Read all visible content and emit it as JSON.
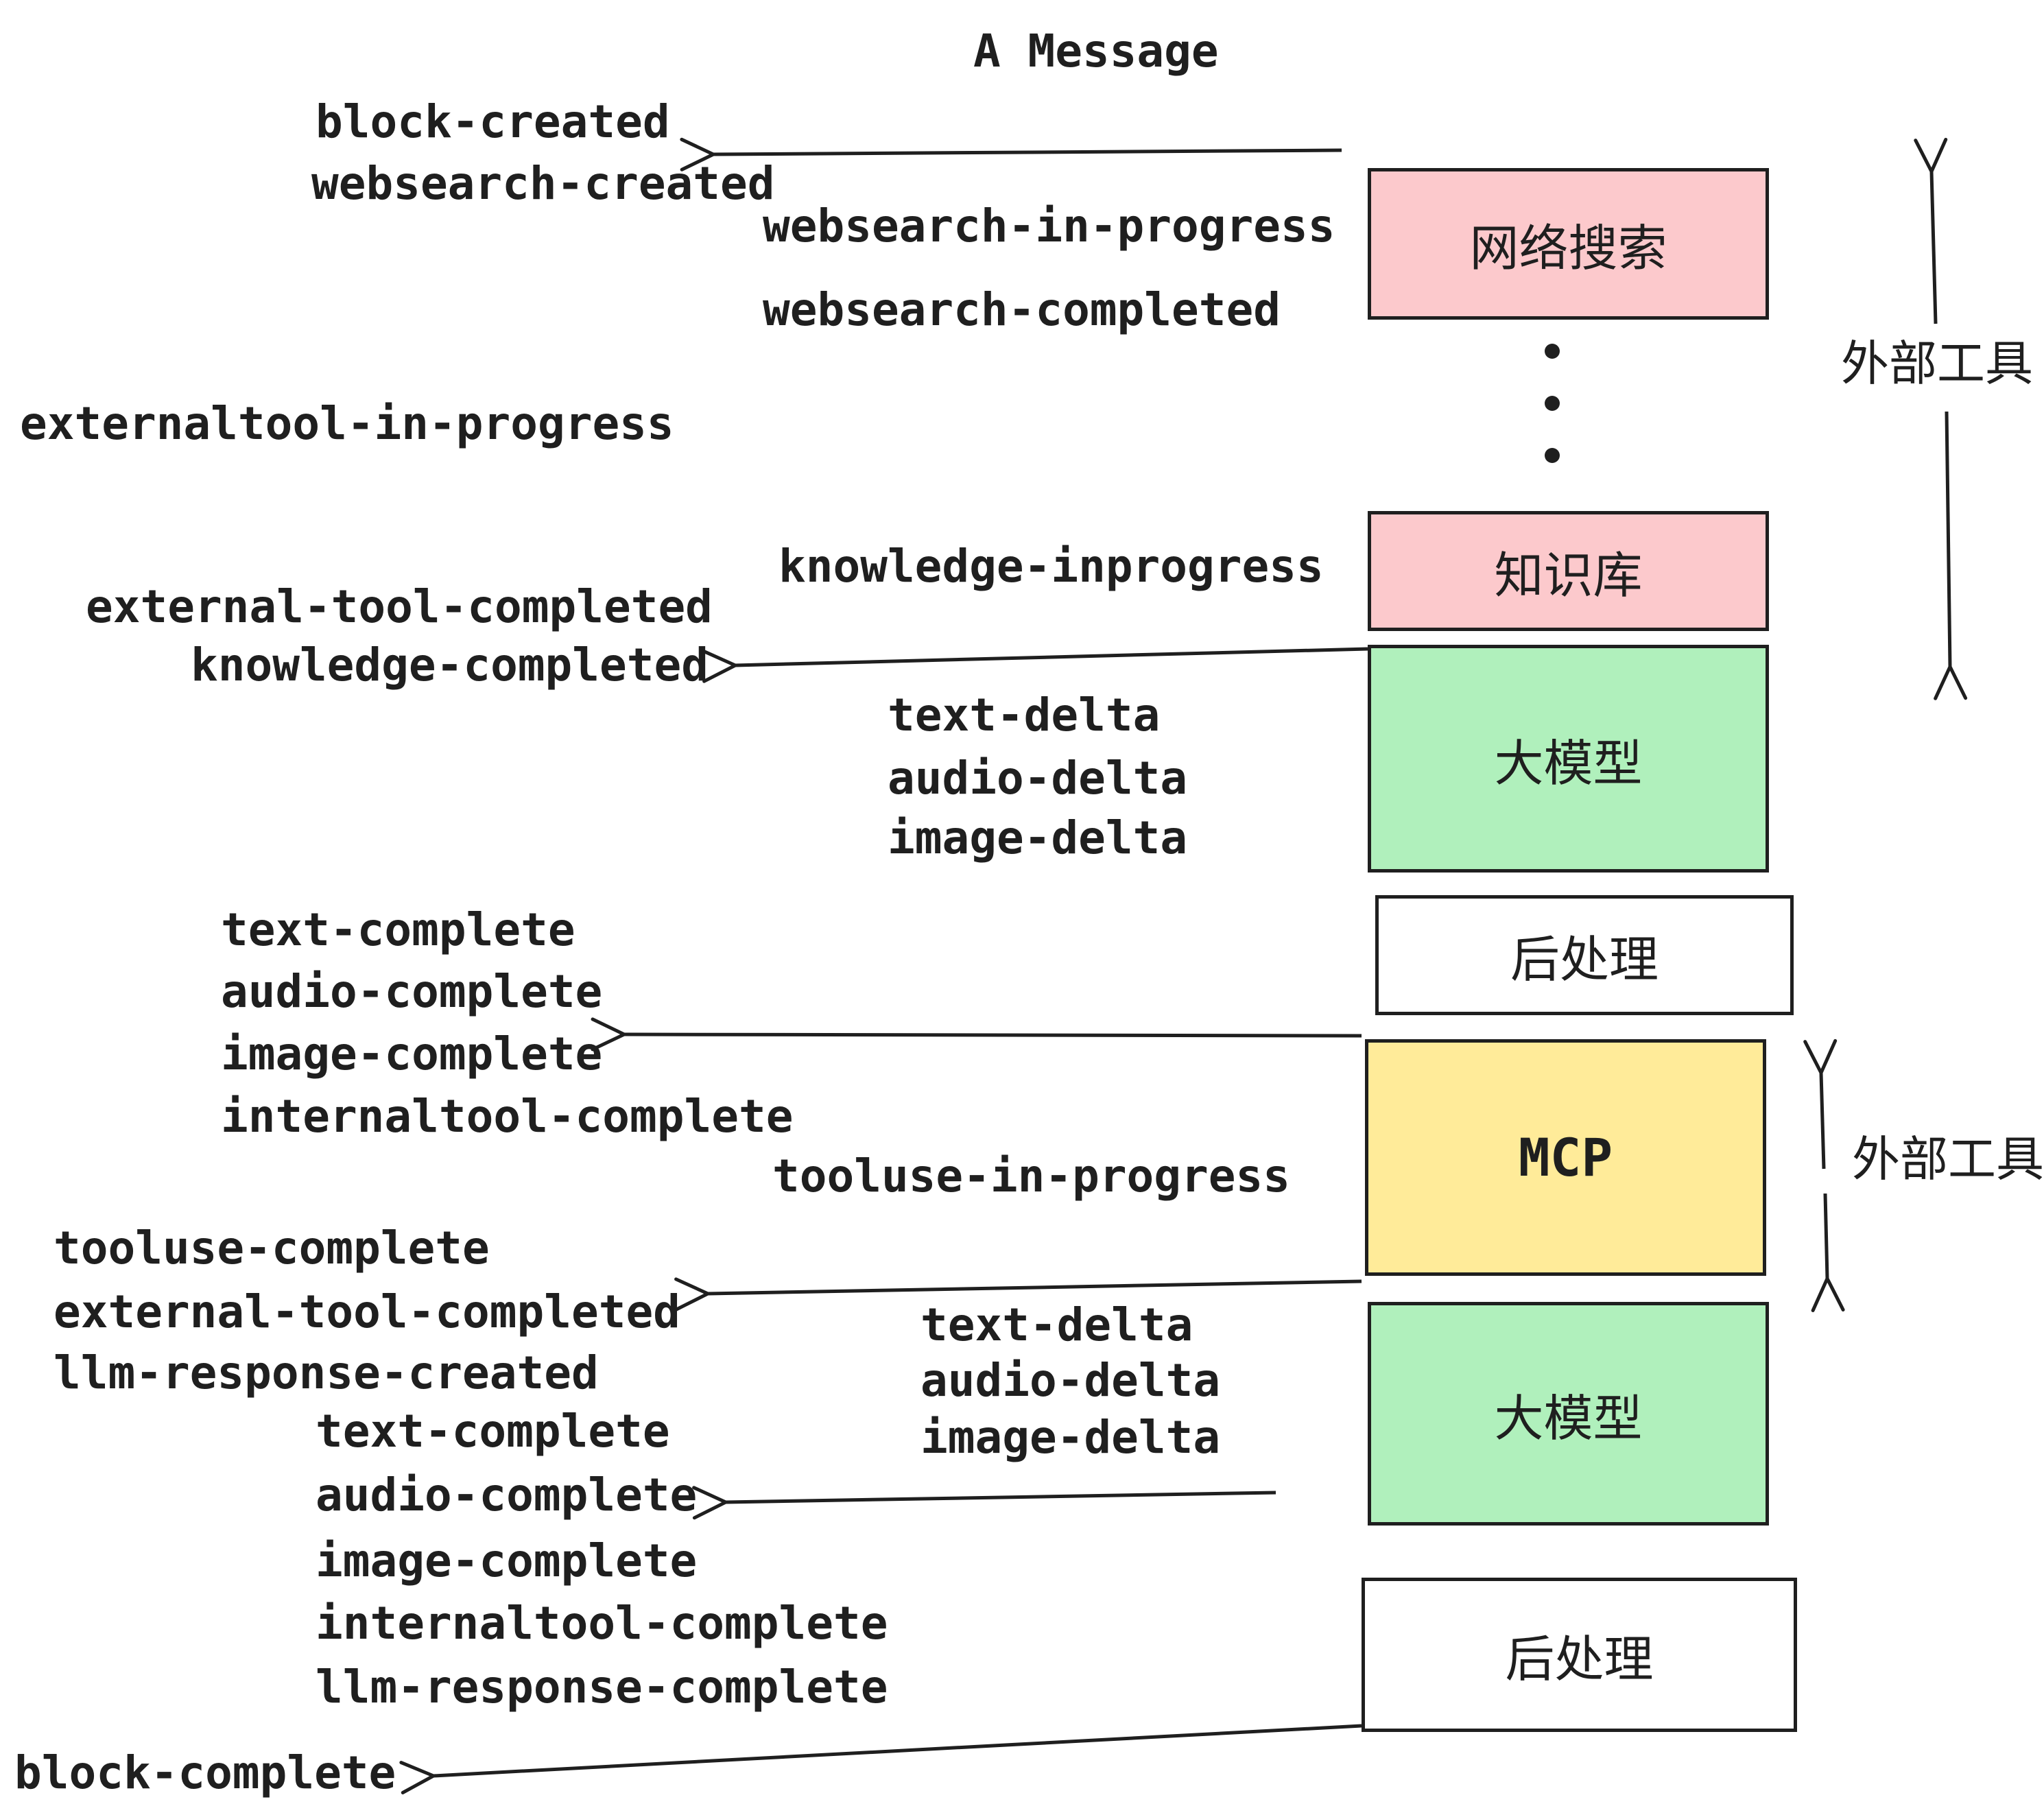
{
  "title": "A Message",
  "colors": {
    "box_pink": "#fcc9cc",
    "box_green": "#b0f0bc",
    "box_yellow": "#ffeb99",
    "box_white": "#ffffff",
    "ink": "#1f1f1f"
  },
  "boxes": {
    "websearch": "网络搜索",
    "knowledge": "知识库",
    "llm": "大模型",
    "post": "后处理",
    "mcp": "MCP"
  },
  "side_labels": {
    "external_tools": "外部工具"
  },
  "events": {
    "block_created": "block-created",
    "websearch_created": "websearch-created",
    "websearch_in_progress": "websearch-in-progress",
    "websearch_completed": "websearch-completed",
    "externaltool_in_progress": "externaltool-in-progress",
    "knowledge_inprogress": "knowledge-inprogress",
    "external_tool_completed": "external-tool-completed",
    "knowledge_completed": "knowledge-completed",
    "text_delta": "text-delta",
    "audio_delta": "audio-delta",
    "image_delta": "image-delta",
    "text_complete": "text-complete",
    "audio_complete": "audio-complete",
    "image_complete": "image-complete",
    "internaltool_complete": "internaltool-complete",
    "tooluse_in_progress": "tooluse-in-progress",
    "tooluse_complete": "tooluse-complete",
    "llm_response_created": "llm-response-created",
    "llm_response_complete": "llm-response-complete",
    "block_complete": "block-complete"
  }
}
